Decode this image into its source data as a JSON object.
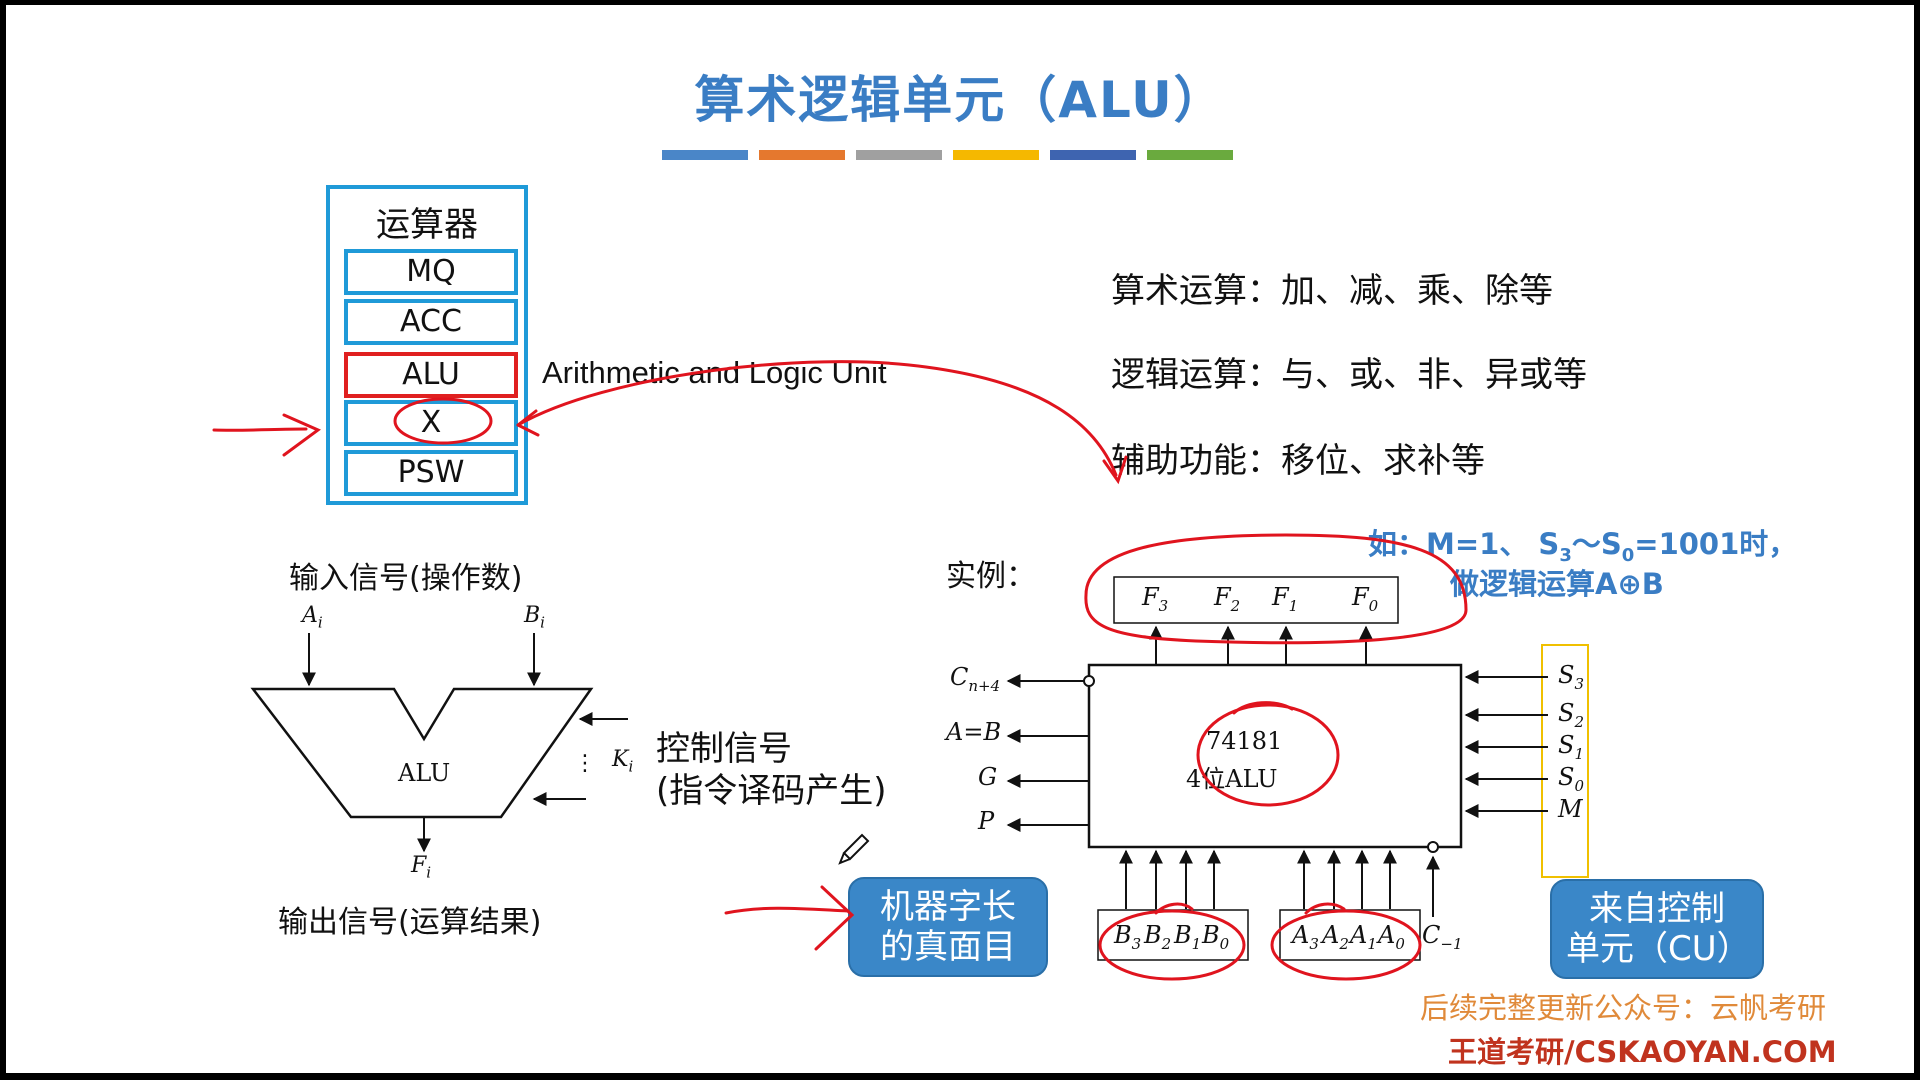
{
  "title": "算术逻辑单元（ALU）",
  "title_bar_colors": [
    "#4a86c8",
    "#e5782e",
    "#a0a0a0",
    "#f5b800",
    "#3e64b0",
    "#6aaa3e"
  ],
  "cpu_box": {
    "label": "运算器",
    "registers": [
      "MQ",
      "ACC",
      "ALU",
      "X",
      "PSW"
    ]
  },
  "alu_fullname": "Arithmetic and Logic Unit",
  "operations": [
    "算术运算：加、减、乘、除等",
    "逻辑运算：与、或、非、异或等",
    "辅助功能：移位、求补等"
  ],
  "alu_diagram": {
    "input_label": "输入信号(操作数)",
    "input_a": "A",
    "input_b": "B",
    "subscript_i": "i",
    "control_k": "K",
    "center": "ALU",
    "output_f": "F",
    "control_label_1": "控制信号",
    "control_label_2": "(指令译码产生)",
    "output_label": "输出信号(运算结果)"
  },
  "example_label": "实例：",
  "example_note_1": "如：M=1、 S",
  "example_note_sub3": "3",
  "example_note_tilde": "～S",
  "example_note_sub0": "0",
  "example_note_2": "=1001时，",
  "example_note_3": "做逻辑运算A⊕B",
  "chip": {
    "name_1": "74181",
    "name_2": "4位ALU",
    "outputs_top": [
      {
        "base": "F",
        "sub": "3"
      },
      {
        "base": "F",
        "sub": "2"
      },
      {
        "base": "F",
        "sub": "1"
      },
      {
        "base": "F",
        "sub": "0"
      }
    ],
    "left_pins": [
      {
        "base": "C",
        "sub": "n+4"
      },
      {
        "base": "A=B",
        "sub": ""
      },
      {
        "base": "G",
        "sub": ""
      },
      {
        "base": "P",
        "sub": ""
      }
    ],
    "right_pins": [
      {
        "base": "S",
        "sub": "3"
      },
      {
        "base": "S",
        "sub": "2"
      },
      {
        "base": "S",
        "sub": "1"
      },
      {
        "base": "S",
        "sub": "0"
      },
      {
        "base": "M",
        "sub": ""
      }
    ],
    "inputs_b": [
      {
        "base": "B",
        "sub": "3"
      },
      {
        "base": "B",
        "sub": "2"
      },
      {
        "base": "B",
        "sub": "1"
      },
      {
        "base": "B",
        "sub": "0"
      }
    ],
    "inputs_a": [
      {
        "base": "A",
        "sub": "3"
      },
      {
        "base": "A",
        "sub": "2"
      },
      {
        "base": "A",
        "sub": "1"
      },
      {
        "base": "A",
        "sub": "0"
      }
    ],
    "carry_in": {
      "base": "C",
      "sub": "−1"
    }
  },
  "callout_word": [
    "机器字长",
    "的真面目"
  ],
  "callout_cu": [
    "来自控制",
    "单元（CU）"
  ],
  "footer_1": "后续完整更新公众号：云帆考研",
  "footer_2": "王道考研/CSKAOYAN.COM"
}
